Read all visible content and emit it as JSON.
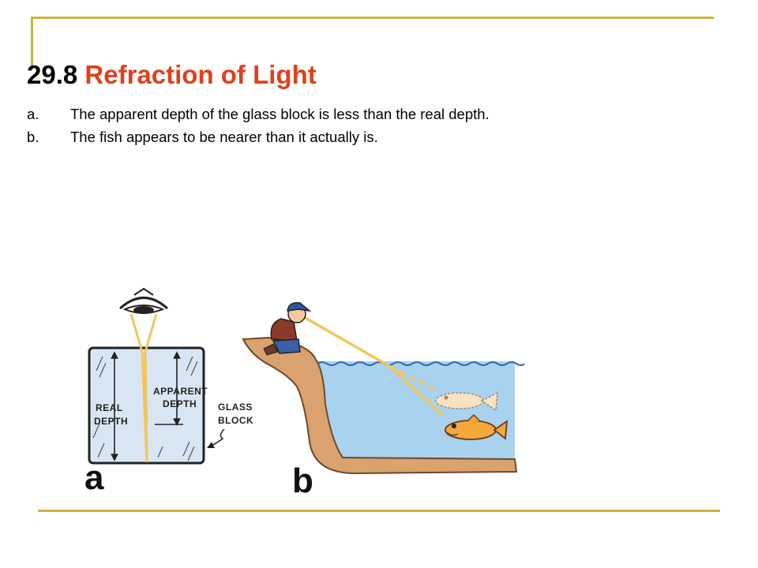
{
  "slide": {
    "number": "29.8",
    "title": "Refraction of Light",
    "accent_color": "#e0401c",
    "border_color": "#d0b143"
  },
  "bullets": [
    {
      "marker": "a.",
      "text": "The apparent depth of the glass block is less than the real depth."
    },
    {
      "marker": "b.",
      "text": "The fish appears to be nearer than it actually is."
    }
  ],
  "figure_a": {
    "letter": "a",
    "real_depth_label": [
      "REAL",
      "DEPTH"
    ],
    "apparent_depth_label": [
      "APPARENT",
      "DEPTH"
    ],
    "glass_block_label": [
      "GLASS",
      "BLOCK"
    ]
  },
  "figure_b": {
    "letter": "b"
  }
}
